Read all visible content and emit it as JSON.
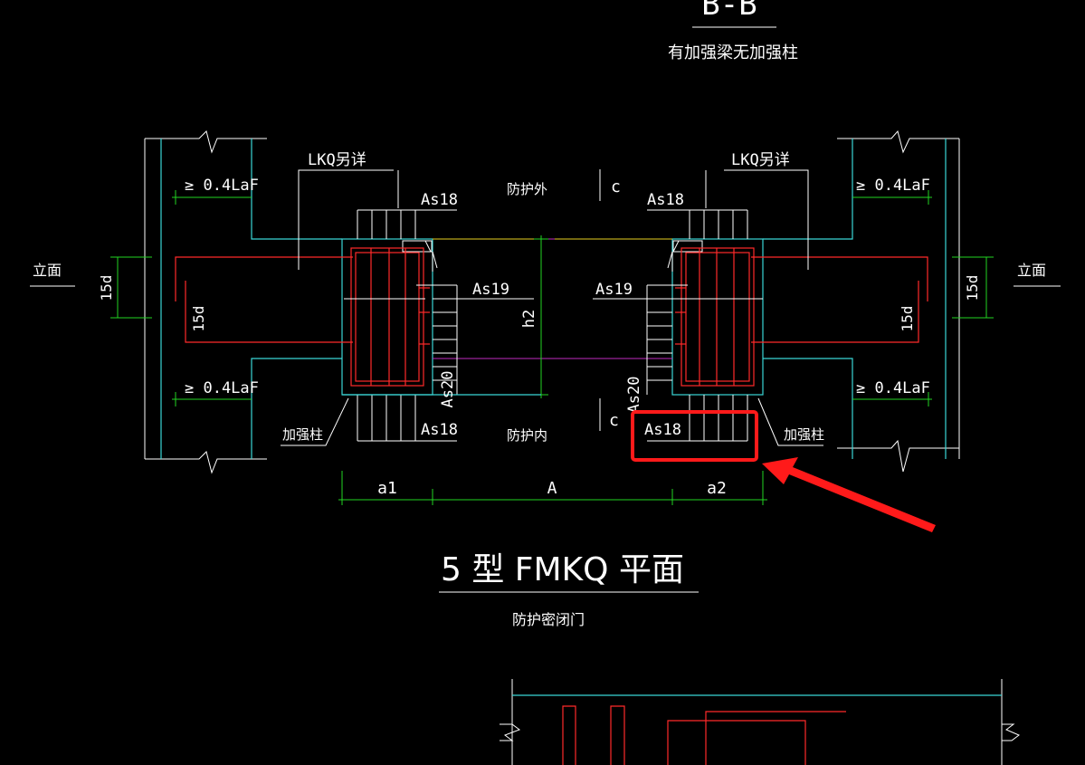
{
  "header": {
    "section_label": "B-B",
    "section_subtitle": "有加强梁无加强柱"
  },
  "labels": {
    "lkq_left": "LKQ另详",
    "lkq_right": "LKQ另详",
    "outside": "防护外",
    "inside": "防护内",
    "c_top": "c",
    "c_bottom": "c",
    "elev_left": "立面",
    "elev_right": "立面",
    "laf_tl": "≥ 0.4LaF",
    "laf_bl": "≥ 0.4LaF",
    "laf_tr": "≥ 0.4LaF",
    "laf_br": "≥ 0.4LaF",
    "d15_outer_left": "15d",
    "d15_inner_left": "15d",
    "d15_inner_right": "15d",
    "d15_outer_right": "15d",
    "as18_tl": "As18",
    "as18_bl": "As18",
    "as18_tr": "As18",
    "as18_br": "As18",
    "as19_l": "As19",
    "as19_r": "As19",
    "as20_l": "As20",
    "as20_r": "As20",
    "h2": "h2",
    "column_left": "加强柱",
    "column_right": "加强柱",
    "dim_a1": "a1",
    "dim_A": "A",
    "dim_a2": "a2"
  },
  "title": {
    "main": "5 型 FMKQ 平面",
    "sub": "防护密闭门"
  },
  "colors": {
    "background": "#000000",
    "concrete": "#3ad6d6",
    "rebar": "#ff2a2a",
    "dimension": "#22d422",
    "door": "#c02cc0",
    "highlight": "#ff1a1a",
    "text": "#ffffff"
  }
}
